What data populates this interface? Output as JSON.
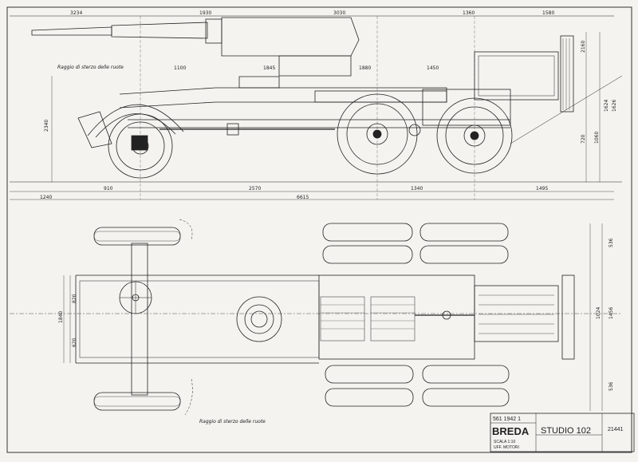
{
  "drawing": {
    "title_company": "BREDA",
    "title_study": "STUDIO 102",
    "title_date": "561 1942 1",
    "title_scale": "SCALA 1:10",
    "title_dept": "UFF. MOTORI",
    "drawing_number": "21441",
    "note_side": "Raggio di sterzo delle ruote",
    "note_plan": "Raggio di sterzo delle ruote"
  },
  "dimensions": {
    "top_row": [
      "3234",
      "1930",
      "3030",
      "1360",
      "1580"
    ],
    "side_mid": [
      "1100",
      "1845",
      "1880",
      "1450"
    ],
    "side_bottom": [
      "1240",
      "910",
      "2570",
      "1340",
      "1495"
    ],
    "total_length": "6615",
    "side_heights": [
      "2160",
      "720",
      "1060",
      "1624",
      "1626"
    ],
    "side_left_height": "2340",
    "plan_right": [
      "536",
      "1024",
      "1456",
      "536"
    ],
    "plan_left": [
      "1840",
      "820",
      "620"
    ]
  },
  "colors": {
    "paper": "#f4f3ef",
    "ink": "#222222"
  }
}
